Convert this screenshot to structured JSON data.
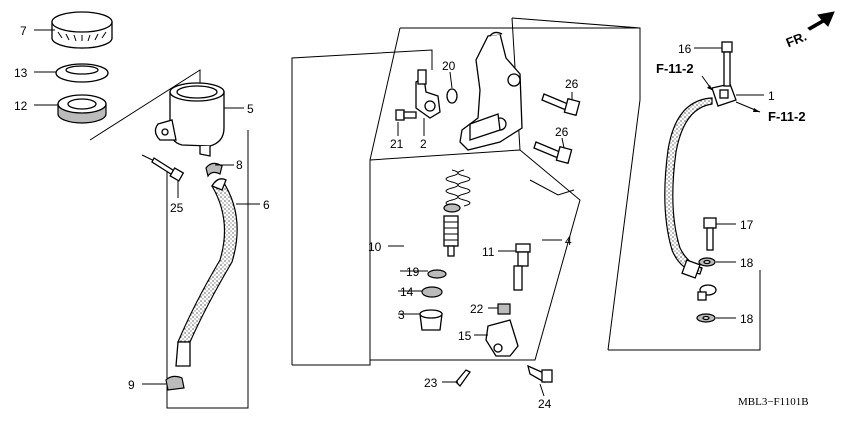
{
  "diagram": {
    "code": "MBL3−F1101B",
    "direction_label": "FR.",
    "references": [
      "F-11-2",
      "F-11-2"
    ],
    "callouts": [
      "7",
      "13",
      "12",
      "5",
      "8",
      "25",
      "6",
      "9",
      "20",
      "2",
      "21",
      "26",
      "26",
      "10",
      "11",
      "4",
      "19",
      "14",
      "22",
      "3",
      "15",
      "23",
      "24",
      "16",
      "1",
      "17",
      "18",
      "18"
    ]
  }
}
